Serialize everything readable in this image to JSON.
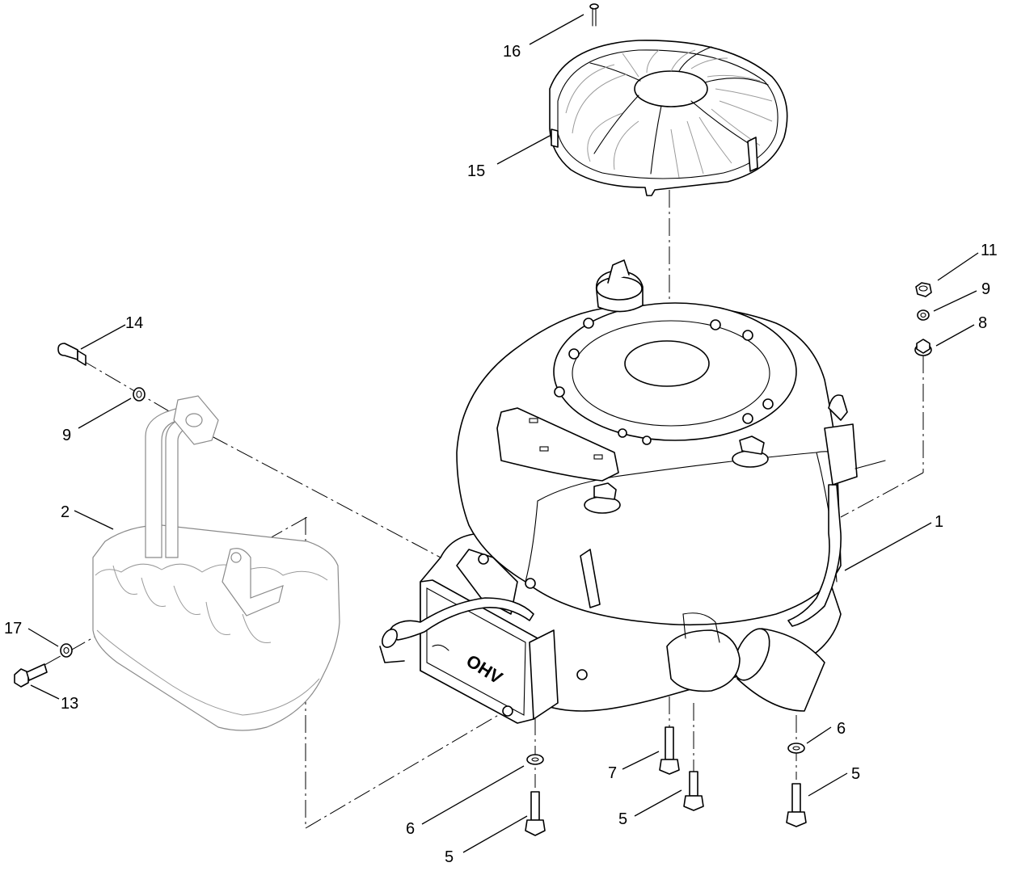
{
  "callouts": {
    "c1": "1",
    "c2": "2",
    "c5a": "5",
    "c5b": "5",
    "c5c": "5",
    "c6a": "6",
    "c6b": "6",
    "c7": "7",
    "c8": "8",
    "c9a": "9",
    "c9b": "9",
    "c11": "11",
    "c13": "13",
    "c14": "14",
    "c15": "15",
    "c16": "16",
    "c17": "17"
  },
  "engine_logo": "OHV",
  "colors": {
    "line": "#000000",
    "ghost_line": "#8a8a8a",
    "background": "#ffffff"
  }
}
